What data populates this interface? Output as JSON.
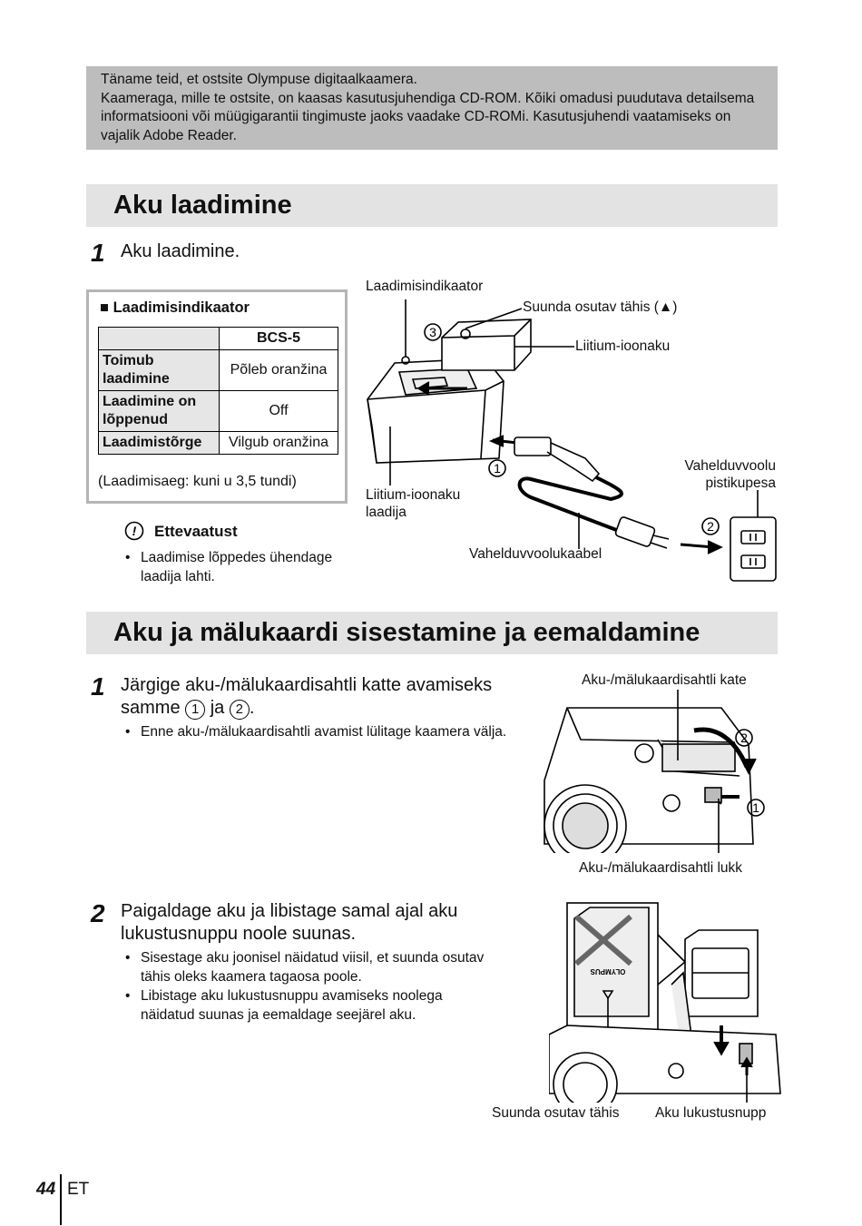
{
  "intro": {
    "line1": "Täname teid, et ostsite Olympuse digitaalkaamera.",
    "line2": "Kaameraga, mille te ostsite, on kaasas kasutusjuhendiga CD-ROM. Kõiki omadusi puudutava detailsema informatsiooni või müügigarantii tingimuste jaoks vaadake CD-ROMi. Kasutusjuhendi vaatamiseks on vajalik Adobe Reader."
  },
  "section1": {
    "title": "Aku laadimine",
    "step1_num": "1",
    "step1_text": "Aku laadimine.",
    "box": {
      "title": "Laadimisindikaator",
      "bullet": "■",
      "header": "BCS-5",
      "rows": [
        {
          "label": "Toimub laadimine",
          "value": "Põleb oranžina"
        },
        {
          "label": "Laadimine on lõppenud",
          "value": "Off"
        },
        {
          "label": "Laadimistõrge",
          "value": "Vilgub oranžina"
        }
      ],
      "note": "(Laadimisaeg: kuni u 3,5 tundi)"
    },
    "caution": {
      "icon_text": "!",
      "title": "Ettevaatust",
      "items": [
        "Laadimise lõppedes ühendage laadija lahti."
      ]
    },
    "diagram": {
      "label_indicator": "Laadimisindikaator",
      "label_mark": "Suunda osutav tähis (▲)",
      "label_battery": "Liitium-ioonaku",
      "label_charger": "Liitium-ioonaku laadija",
      "label_cable": "Vahelduvvoolukaabel",
      "label_socket_1": "Vahelduvvoolu",
      "label_socket_2": "pistikupesa",
      "num1": "1",
      "num2": "2",
      "num3": "3"
    }
  },
  "section2": {
    "title": "Aku ja mälukaardi sisestamine ja eemaldamine",
    "step1_num": "1",
    "step1_text_a": "Järgige aku-/mälukaardisahtli katte avamiseks",
    "step1_text_b": "samme",
    "step1_circ1": "1",
    "step1_and": "ja",
    "step1_circ2": "2",
    "step1_end": ".",
    "step1_bullets": [
      "Enne aku-/mälukaardisahtli avamist lülitage kaamera välja."
    ],
    "cam1_label_cover": "Aku-/mälukaardisahtli kate",
    "cam1_label_lock": "Aku-/mälukaardisahtli lukk",
    "cam1_num1": "1",
    "cam1_num2": "2",
    "step2_num": "2",
    "step2_text": "Paigaldage aku ja libistage samal ajal aku lukustusnuppu noole suunas.",
    "step2_bullets": [
      "Sisestage aku joonisel näidatud viisil, et suunda osutav tähis oleks kaamera tagaosa poole.",
      "Libistage aku lukustusnuppu avamiseks noolega näidatud suunas ja eemaldage seejärel aku."
    ],
    "cam2_label_mark": "Suunda osutav tähis",
    "cam2_label_lock": "Aku lukustusnupp",
    "cam2_brand": "OLYMPUS"
  },
  "footer": {
    "page": "44",
    "lang": "ET"
  }
}
